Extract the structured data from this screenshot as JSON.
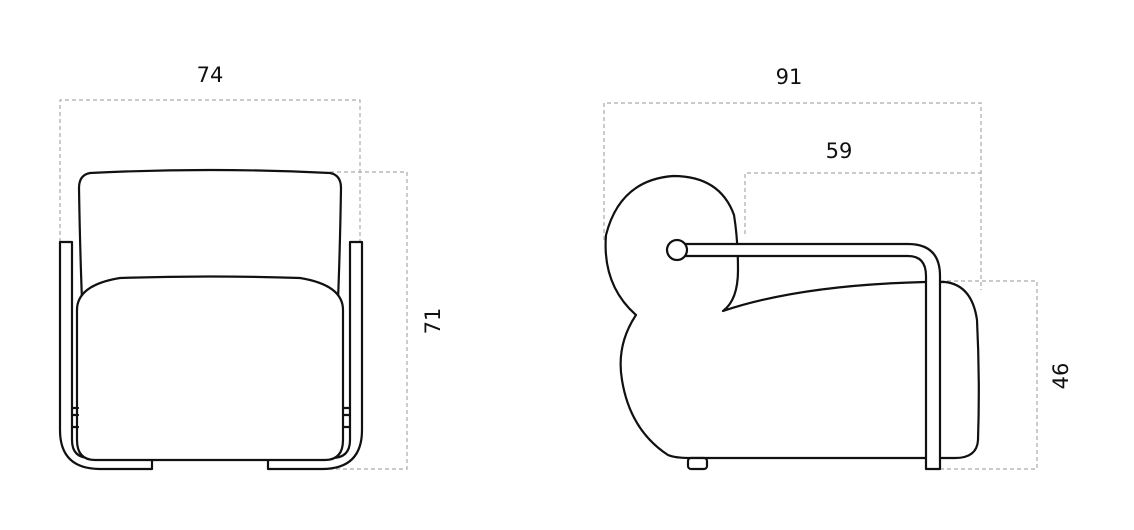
{
  "front_view": {
    "width_label": "74",
    "height_label": "71"
  },
  "side_view": {
    "depth_label": "91",
    "seat_depth_label": "59",
    "seat_height_label": "46"
  }
}
